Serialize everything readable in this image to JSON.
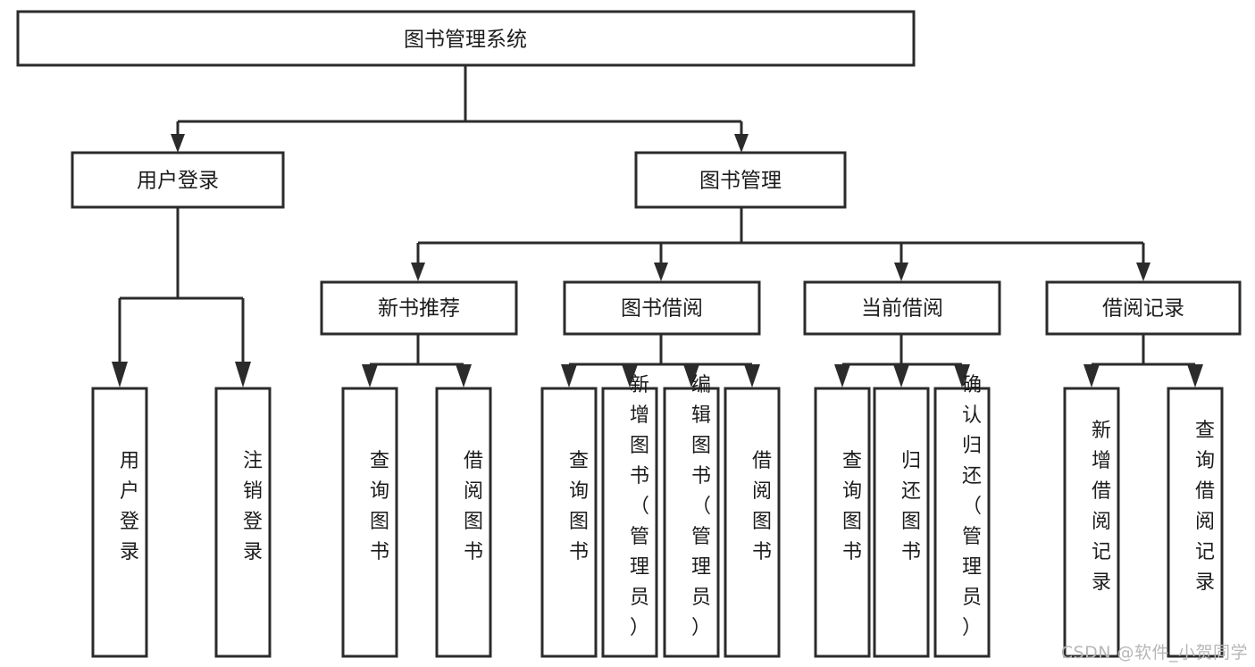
{
  "diagram": {
    "title": "图书管理系统",
    "type": "tree-structure-chart",
    "watermark": "CSDN @软件_小贺同学",
    "accent_color": "#2b2b2b",
    "background_color": "#ffffff",
    "root": {
      "label": "图书管理系统",
      "orientation": "horizontal"
    },
    "level2": [
      {
        "label": "用户登录",
        "orientation": "horizontal"
      },
      {
        "label": "图书管理",
        "orientation": "horizontal"
      }
    ],
    "level3": [
      {
        "label": "新书推荐",
        "orientation": "horizontal"
      },
      {
        "label": "图书借阅",
        "orientation": "horizontal"
      },
      {
        "label": "当前借阅",
        "orientation": "horizontal"
      },
      {
        "label": "借阅记录",
        "orientation": "horizontal"
      }
    ],
    "leaves_user_login": [
      {
        "label": "用户登录",
        "orientation": "vertical"
      },
      {
        "label": "注销登录",
        "orientation": "vertical"
      }
    ],
    "leaves_new_book": [
      {
        "label": "查询图书",
        "orientation": "vertical"
      },
      {
        "label": "借阅图书",
        "orientation": "vertical"
      }
    ],
    "leaves_book_borrow": [
      {
        "label": "查询图书",
        "orientation": "vertical"
      },
      {
        "label": "新增图书（管理员）",
        "orientation": "vertical"
      },
      {
        "label": "编辑图书（管理员）",
        "orientation": "vertical"
      },
      {
        "label": "借阅图书",
        "orientation": "vertical"
      }
    ],
    "leaves_current_borrow": [
      {
        "label": "查询图书",
        "orientation": "vertical"
      },
      {
        "label": "归还图书",
        "orientation": "vertical"
      },
      {
        "label": "确认归还（管理员）",
        "orientation": "vertical"
      }
    ],
    "leaves_borrow_record": [
      {
        "label": "新增借阅记录",
        "orientation": "vertical"
      },
      {
        "label": "查询借阅记录",
        "orientation": "vertical"
      }
    ]
  }
}
